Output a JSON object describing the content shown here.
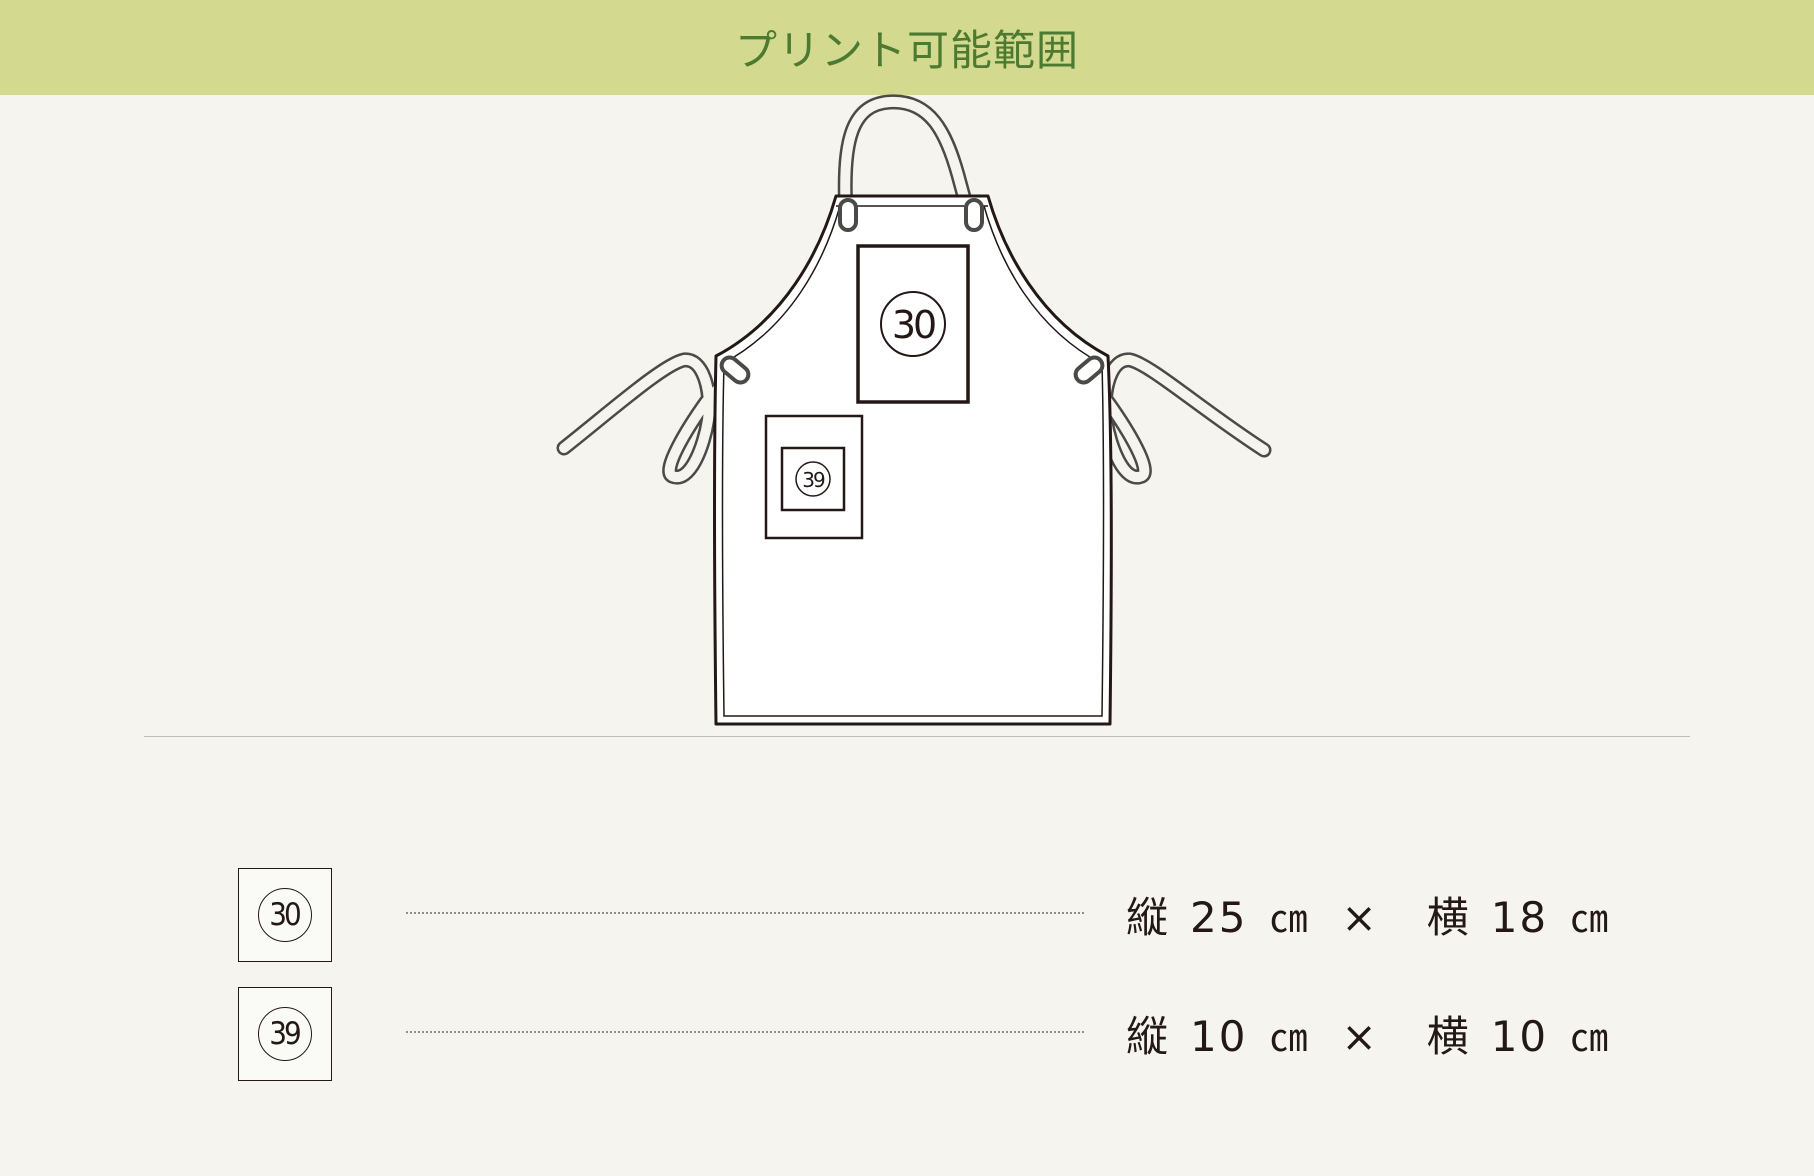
{
  "header": {
    "title": "プリント可能範囲"
  },
  "diagram": {
    "area_large_label": "30",
    "area_small_label": "39"
  },
  "specs": [
    {
      "badge": "30",
      "height_label": "縦",
      "height_value": "25",
      "height_unit": "㎝",
      "times": "×",
      "width_label": "横",
      "width_value": "18",
      "width_unit": "㎝"
    },
    {
      "badge": "39",
      "height_label": "縦",
      "height_value": "10",
      "height_unit": "㎝",
      "times": "×",
      "width_label": "横",
      "width_value": "10",
      "width_unit": "㎝"
    }
  ],
  "colors": {
    "header_bg": "#d3da8f",
    "header_text": "#4b7a30",
    "page_bg": "#f5f4ef",
    "line": "#231815"
  }
}
